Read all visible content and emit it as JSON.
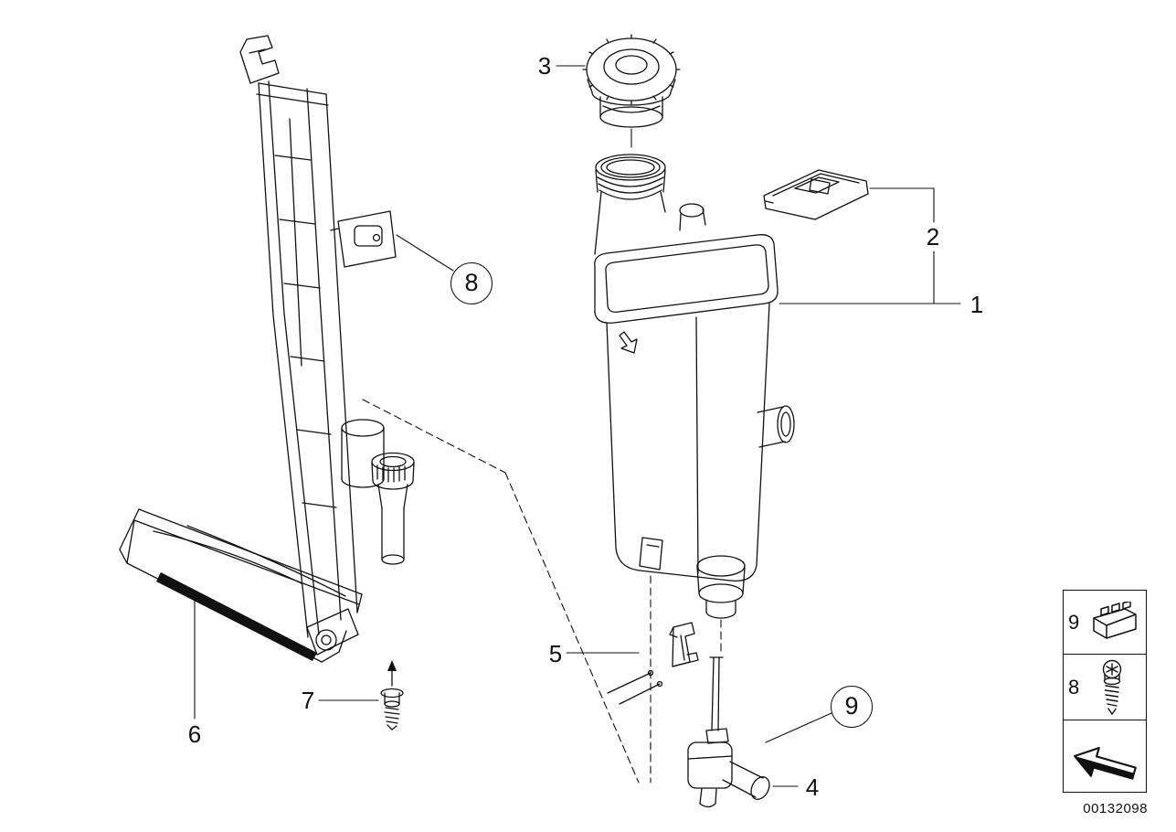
{
  "callouts": {
    "item1": "1",
    "item2": "2",
    "item3": "3",
    "item4": "4",
    "item5": "5",
    "item6": "6",
    "item7": "7",
    "item8": "8",
    "item9": "9"
  },
  "legend": {
    "row1_label": "9",
    "row2_label": "8"
  },
  "footer": {
    "part_number": "00132098"
  }
}
